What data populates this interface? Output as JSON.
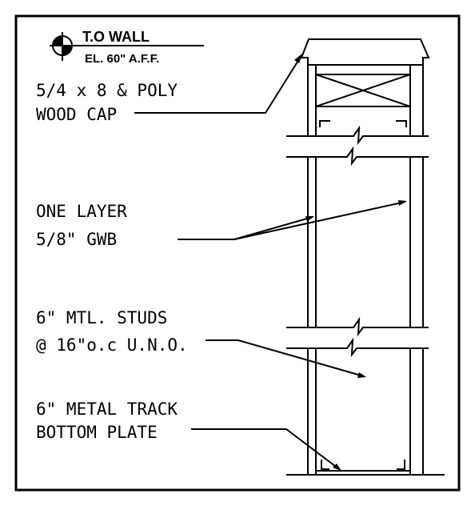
{
  "elevation_tag": {
    "title": "T.O WALL",
    "elevation": "EL. 60\" A.F.F."
  },
  "callouts": {
    "cap": {
      "line1": "5/4 x 8 & POLY",
      "line2": "WOOD CAP"
    },
    "gwb": {
      "line1": "ONE LAYER",
      "line2": "5/8\" GWB"
    },
    "studs": {
      "line1": "6\" MTL. STUDS",
      "line2": "@ 16\"o.c U.N.O."
    },
    "track": {
      "line1": "6\" METAL TRACK",
      "line2": "BOTTOM PLATE"
    }
  }
}
